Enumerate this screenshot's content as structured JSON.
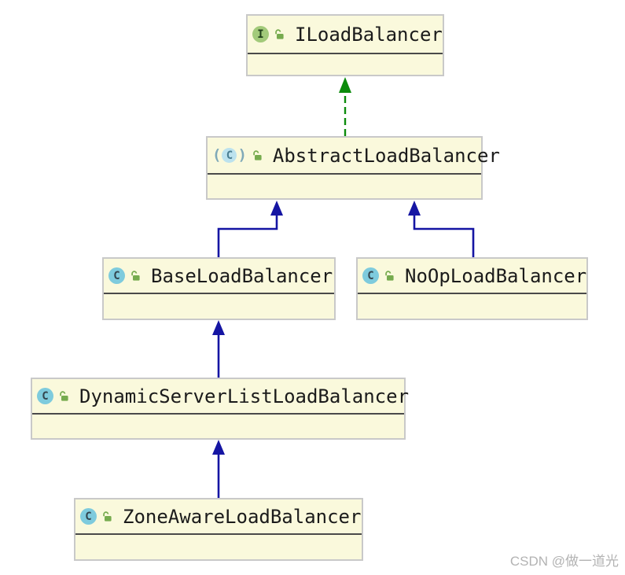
{
  "diagram": {
    "type": "uml-class-diagram",
    "subject": "Ribbon load balancer class hierarchy",
    "nodes": [
      {
        "label": "ILoadBalancer",
        "kind": "interface",
        "icon": "interface-icon",
        "icon_letter": "I",
        "modifier_icon": "public-unlocked-icon"
      },
      {
        "label": "AbstractLoadBalancer",
        "kind": "abstract-class",
        "icon": "abstract-class-icon",
        "icon_letter": "C",
        "modifier_icon": "public-unlocked-icon"
      },
      {
        "label": "BaseLoadBalancer",
        "kind": "class",
        "icon": "class-icon",
        "icon_letter": "C",
        "modifier_icon": "public-unlocked-icon"
      },
      {
        "label": "NoOpLoadBalancer",
        "kind": "class",
        "icon": "class-icon",
        "icon_letter": "C",
        "modifier_icon": "public-unlocked-icon"
      },
      {
        "label": "DynamicServerListLoadBalancer",
        "kind": "class",
        "icon": "class-icon",
        "icon_letter": "C",
        "modifier_icon": "public-unlocked-icon"
      },
      {
        "label": "ZoneAwareLoadBalancer",
        "kind": "class",
        "icon": "class-icon",
        "icon_letter": "C",
        "modifier_icon": "public-unlocked-icon"
      }
    ],
    "edges": [
      {
        "from": "AbstractLoadBalancer",
        "to": "ILoadBalancer",
        "relation": "implements",
        "line": "dashed",
        "color": "#0b8b0b"
      },
      {
        "from": "BaseLoadBalancer",
        "to": "AbstractLoadBalancer",
        "relation": "extends",
        "line": "solid",
        "color": "#1515a3"
      },
      {
        "from": "NoOpLoadBalancer",
        "to": "AbstractLoadBalancer",
        "relation": "extends",
        "line": "solid",
        "color": "#1515a3"
      },
      {
        "from": "DynamicServerListLoadBalancer",
        "to": "BaseLoadBalancer",
        "relation": "extends",
        "line": "solid",
        "color": "#1515a3"
      },
      {
        "from": "ZoneAwareLoadBalancer",
        "to": "DynamicServerListLoadBalancer",
        "relation": "extends",
        "line": "solid",
        "color": "#1515a3"
      }
    ],
    "colors": {
      "background": "#ffffff",
      "node_fill": "#faf9dc",
      "node_border": "#c9c9c9",
      "title_divider": "#4a4a4a",
      "label_text": "#1b1b1b",
      "extends_arrow": "#1515a3",
      "implements_arrow": "#0b8b0b",
      "interface_icon_bg": "#a2ca7a",
      "class_icon_bg": "#7ecbdd",
      "abstract_class_icon_bg": "#bce2ee",
      "lock_icon": "#76ab4e",
      "watermark_text": "#b3b3b3"
    }
  },
  "watermark": {
    "text": "CSDN @做一道光"
  }
}
